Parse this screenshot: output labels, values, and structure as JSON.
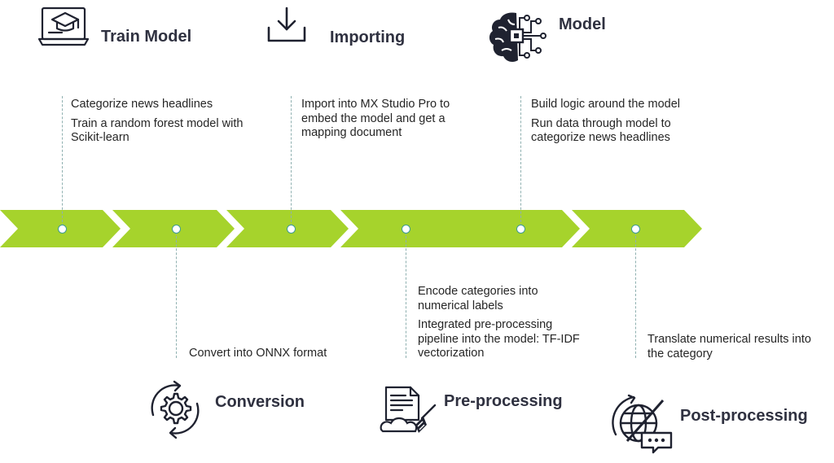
{
  "stages": {
    "train_model": {
      "title": "Train Model",
      "icon": "laptop-graduation-cap-icon",
      "lines": [
        "Categorize news headlines",
        "Train a random forest model with Scikit-learn"
      ]
    },
    "conversion": {
      "title": "Conversion",
      "icon": "gear-cycle-icon",
      "lines": [
        "Convert into ONNX format"
      ]
    },
    "importing": {
      "title": "Importing",
      "icon": "download-tray-icon",
      "lines": [
        "Import into MX Studio Pro to embed the model and get a mapping document"
      ]
    },
    "pre_processing": {
      "title": "Pre-processing",
      "icon": "document-cleaning-brush-icon",
      "lines": [
        "Encode categories into numerical labels",
        "Integrated pre-processing pipeline into the model: TF-IDF vectorization"
      ]
    },
    "model": {
      "title": "Model",
      "icon": "brain-circuit-icon",
      "lines": [
        "Build logic around the model",
        "Run data through model to categorize news headlines"
      ]
    },
    "post_processing": {
      "title": "Post-processing",
      "icon": "globe-translation-chat-icon",
      "lines": [
        "Translate numerical results into the category"
      ]
    }
  },
  "colors": {
    "arrow_green": "#a6d32c",
    "node_border": "#3f9c94",
    "dashed_line": "#8fb0b0",
    "title_text": "#2f3140",
    "icon_stroke": "#1f2230"
  }
}
